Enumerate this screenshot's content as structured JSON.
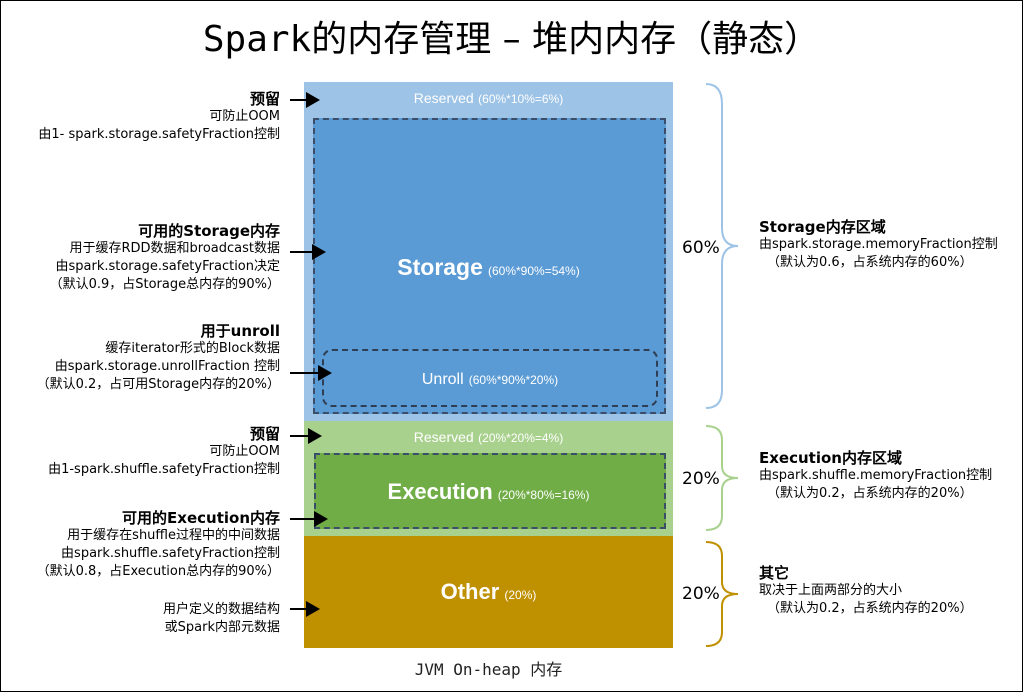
{
  "title": {
    "mono": "Spark",
    "rest": "的内存管理 – 堆内内存（静态）"
  },
  "blocks": {
    "storage_reserved": {
      "name": "Reserved",
      "formula": "(60%*10%=6%)"
    },
    "storage": {
      "name": "Storage",
      "formula": "(60%*90%=54%)"
    },
    "unroll": {
      "name": "Unroll",
      "formula": "(60%*90%*20%)"
    },
    "exec_reserved": {
      "name": "Reserved",
      "formula": "(20%*20%=4%)"
    },
    "execution": {
      "name": "Execution",
      "formula": "(20%*80%=16%)"
    },
    "other": {
      "name": "Other",
      "formula": "(20%)"
    }
  },
  "left_annotations": {
    "storage_reserved": {
      "head": "预留",
      "line1": "可防止OOM",
      "line2": "由1- spark.storage.safetyFraction控制"
    },
    "storage_usable": {
      "head": "可用的Storage内存",
      "line1": "用于缓存RDD数据和broadcast数据",
      "line2": "由spark.storage.safetyFraction决定",
      "line3": "（默认0.9，占Storage总内存的90%）"
    },
    "unroll": {
      "head": "用于unroll",
      "line1": "缓存iterator形式的Block数据",
      "line2": "由spark.storage.unrollFraction 控制",
      "line3": "（默认0.2，占可用Storage内存的20%）"
    },
    "exec_reserved": {
      "head": "预留",
      "line1": "可防止OOM",
      "line2": "由1-spark.shuffle.safetyFraction控制"
    },
    "exec_usable": {
      "head": "可用的Execution内存",
      "line1": "用于缓存在shuffle过程中的中间数据",
      "line2": "由spark.shuffle.safetyFraction控制",
      "line3": "（默认0.8，占Execution总内存的90%）"
    },
    "other": {
      "line1": "用户定义的数据结构",
      "line2": "或Spark内部元数据"
    }
  },
  "percentages": {
    "storage": "60%",
    "execution": "20%",
    "other": "20%"
  },
  "right_annotations": {
    "storage": {
      "head": "Storage内存区域",
      "line1": "由spark.storage.memoryFraction控制",
      "line2": "（默认为0.6，占系统内存的60%）"
    },
    "execution": {
      "head": "Execution内存区域",
      "line1": "由spark.shuffle.memoryFraction控制",
      "line2": "（默认为0.2，占系统内存的20%）"
    },
    "other": {
      "head": "其它",
      "line1": "取决于上面两部分的大小",
      "line2": "（默认为0.2，占系统内存的20%）"
    }
  },
  "footer": "JVM On-heap 内存",
  "colors": {
    "storage_region": "#9dc3e6",
    "storage_inner": "#5b9bd5",
    "exec_region": "#a9d18e",
    "exec_inner": "#70ad47",
    "other": "#bf9000",
    "brace": "#9dc3e6"
  }
}
